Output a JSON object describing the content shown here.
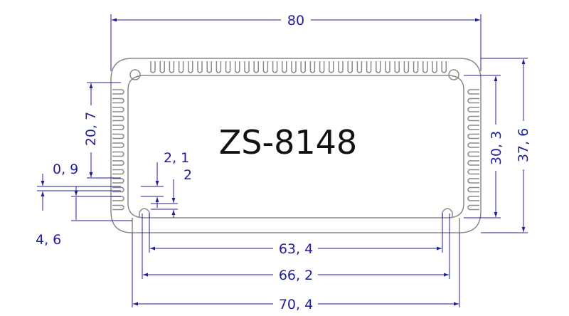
{
  "colors": {
    "profile": "#8a8a8a",
    "dimension": "#1f1f9e",
    "title": "#111111",
    "background": "#ffffff"
  },
  "title": "ZS-8148",
  "dimensions": {
    "overall_width": "80",
    "height_inner": "30, 3",
    "height_outer": "37, 6",
    "side_fin_span": "20, 7",
    "fin_gap": "0, 9",
    "fin_thickness": "2, 1",
    "slot": "2",
    "base_offset": "4, 6",
    "slot_span_inner": "63, 4",
    "slot_span_outer": "66, 2",
    "rail_width": "70, 4"
  }
}
